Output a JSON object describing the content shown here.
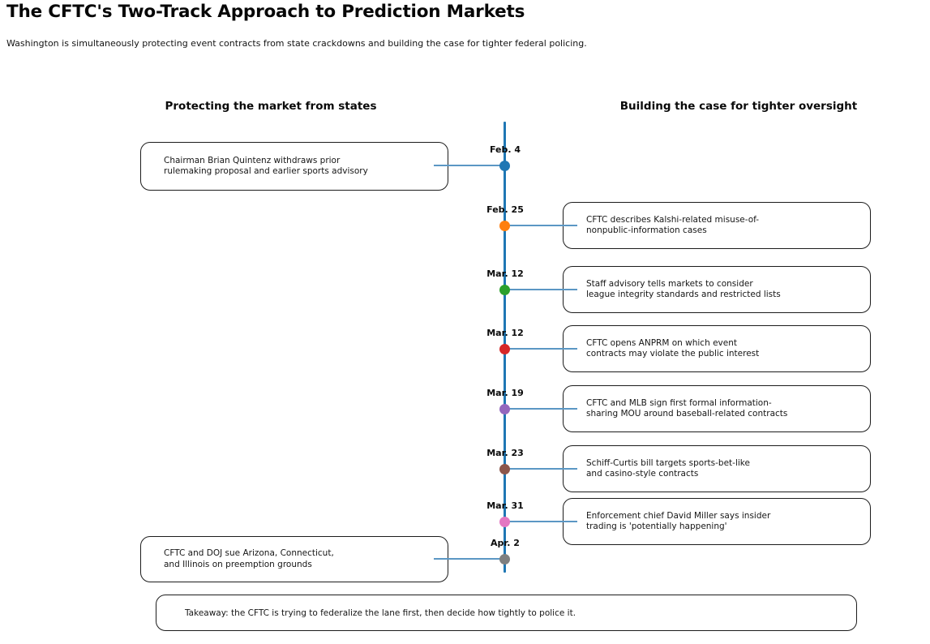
{
  "header": {
    "title": "The CFTC's Two-Track Approach to Prediction Markets",
    "subtitle": "Washington is simultaneously protecting event contracts from state crackdowns and building the case for tighter federal policing."
  },
  "columns": {
    "left": "Protecting the market from states",
    "right": "Building the case for tighter oversight"
  },
  "timeline": {
    "axis_color": "#1f77b4",
    "connector_color": "#5b97c4",
    "events": [
      {
        "date": "Feb. 4",
        "side": "left",
        "color": "#1f77b4",
        "lines": [
          "Chairman Brian Quintenz withdraws prior",
          "rulemaking proposal and earlier sports advisory"
        ]
      },
      {
        "date": "Feb. 25",
        "side": "right",
        "color": "#ff7f0e",
        "lines": [
          "CFTC describes Kalshi-related misuse-of-",
          "nonpublic-information cases"
        ]
      },
      {
        "date": "Mar. 12",
        "side": "right",
        "color": "#2ca02c",
        "lines": [
          "Staff advisory tells markets to consider",
          "league integrity standards and restricted lists"
        ]
      },
      {
        "date": "Mar. 12",
        "side": "right",
        "color": "#d62728",
        "lines": [
          "CFTC opens ANPRM on which event",
          "contracts may violate the public interest"
        ]
      },
      {
        "date": "Mar. 19",
        "side": "right",
        "color": "#9467bd",
        "lines": [
          "CFTC and MLB sign first formal information-",
          "sharing MOU around baseball-related contracts"
        ]
      },
      {
        "date": "Mar. 23",
        "side": "right",
        "color": "#8c564b",
        "lines": [
          "Schiff-Curtis bill targets sports-bet-like",
          "and casino-style contracts"
        ]
      },
      {
        "date": "Mar. 31",
        "side": "right",
        "color": "#e377c2",
        "lines": [
          "Enforcement chief David Miller says insider",
          "trading is 'potentially happening'"
        ]
      },
      {
        "date": "Apr. 2",
        "side": "left",
        "color": "#7f7f7f",
        "lines": [
          "CFTC and DOJ sue Arizona, Connecticut,",
          "and Illinois on preemption grounds"
        ]
      }
    ]
  },
  "takeaway": "Takeaway: the CFTC is trying to federalize the lane first, then decide how tightly to police it."
}
